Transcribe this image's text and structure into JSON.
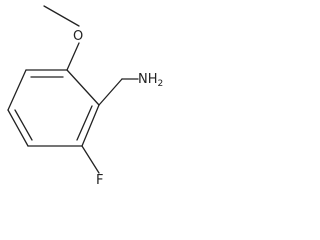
{
  "structure": {
    "atoms": {
      "oxygen": "O",
      "amine": "NH",
      "amine_subscript": "2",
      "fluorine": "F"
    },
    "bond_color": "#222222",
    "label_color": "#222222",
    "background": "#ffffff"
  }
}
